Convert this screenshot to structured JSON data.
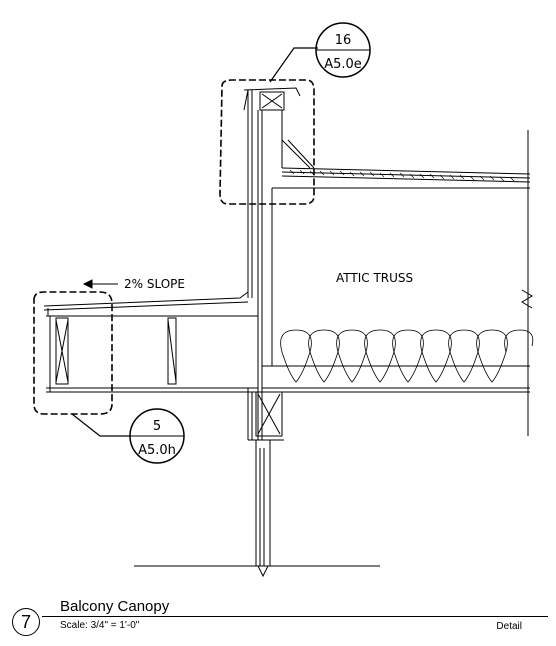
{
  "callouts": [
    {
      "number": "16",
      "sheet": "A5.0e"
    },
    {
      "number": "5",
      "sheet": "A5.0h"
    }
  ],
  "labels": {
    "slope": "2% SLOPE",
    "attic": "ATTIC TRUSS"
  },
  "title_block": {
    "detail_number": "7",
    "title": "Balcony Canopy",
    "scale": "Scale: 3/4\" = 1'-0\"",
    "type": "Detail"
  }
}
